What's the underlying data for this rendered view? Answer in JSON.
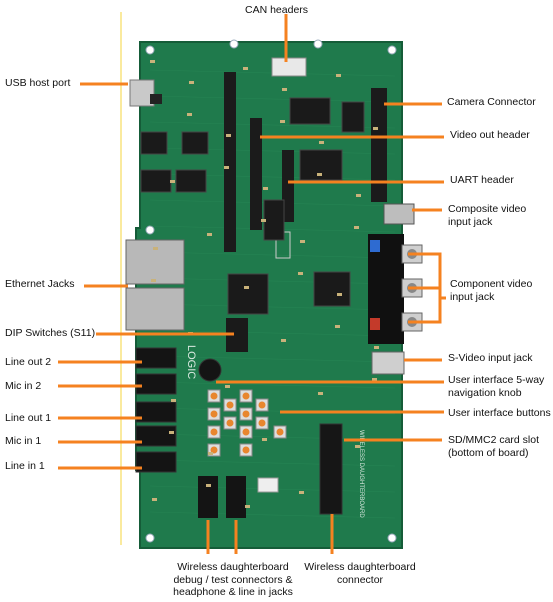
{
  "colors": {
    "leader": "#f58220",
    "pcb": "#1f7a4c",
    "pcb_dark": "#155c38",
    "guide": "#f5d63d"
  },
  "labels": {
    "can_headers": "CAN headers",
    "usb_host_port": "USB host port",
    "camera_connector": "Camera Connector",
    "video_out_header": "Video out header",
    "uart_header": "UART header",
    "composite_video": "Composite video input jack",
    "ethernet_jacks": "Ethernet Jacks",
    "component_video": "Component video input jack",
    "dip_switches": "DIP Switches (S11)",
    "line_out_2": "Line out 2",
    "mic_in_2": "Mic in 2",
    "svideo": "S-Video input jack",
    "nav_knob": "User interface 5-way navigation knob",
    "line_out_1": "Line out 1",
    "ui_buttons": "User interface buttons",
    "mic_in_1": "Mic in 1",
    "sd_slot": "SD/MMC2 card slot (bottom of board)",
    "line_in_1": "Line in 1",
    "wireless_debug": "Wireless daughterboard debug / test connectors & headphone & line in jacks",
    "wireless_connector": "Wireless daughterboard connector"
  },
  "board_text": {
    "logo": "LOGIC",
    "silk": "WIRELESS DAUGHTERBOARD"
  }
}
